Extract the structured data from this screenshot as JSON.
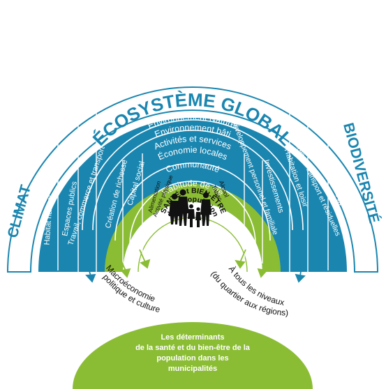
{
  "title": "ÉCOSYSTÈME GLOBAL",
  "left_label": "CLIMAT",
  "right_label": "BIODIVERSITÉ",
  "outer_arcs": [
    "Environnement Naturel",
    "Environnement bâti",
    "Activités et services"
  ],
  "green_arcs": [
    "Économie locales",
    "Communauté",
    "Habitude de vie"
  ],
  "blue_left": [
    "Habitat naturel",
    "Espaces publics",
    "Travail, commerce et transport"
  ],
  "blue_right": [
    "Air, eau et sol",
    "Infrastructures de transport et résiduelles",
    "Habitation et loisir"
  ],
  "green_left": [
    "Création de richesse",
    "Capital social"
  ],
  "green_right": [
    "Investissements",
    "Développement personnel et familiale"
  ],
  "inner_left": [
    "Alimentation",
    "Activité physique"
  ],
  "inner_right": [
    "Alcool",
    "Tabac"
  ],
  "center": [
    "SANTÉ et BIEN-ÊTRE",
    "de la population"
  ],
  "bottom_left": [
    "Macroéconomie",
    "politique et culture"
  ],
  "bottom_right": [
    "À tous les niveaux",
    "(du quartier aux régions)"
  ],
  "footer": [
    "Les déterminants",
    "de la santé et du bien-être de la",
    "population dans les",
    "municipalités"
  ],
  "colors": {
    "blue": "#1a86b0",
    "green": "#8bbd34",
    "white": "#ffffff",
    "dark": "#111111"
  }
}
